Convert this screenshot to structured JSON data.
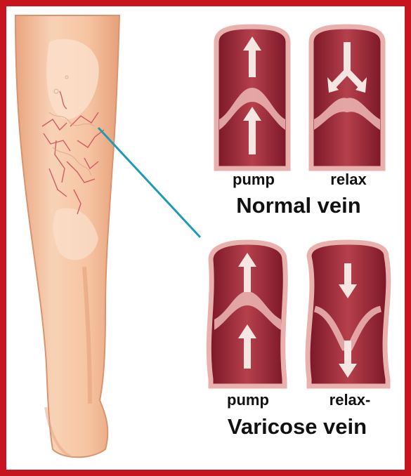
{
  "labels": {
    "normal_pump": "pump",
    "normal_relax": "relax",
    "normal_title": "Normal vein",
    "varicose_pump": "pump",
    "varicose_relax": "relax-",
    "varicose_title": "Varicose vein"
  },
  "colors": {
    "frame": "#c8141e",
    "skin": "#f6c7a6",
    "skin_shade": "#eaa67f",
    "vein_dark": "#8e1f2c",
    "vein_mid": "#b03a46",
    "vein_edge": "#e9b1ae",
    "pointer": "#1e9bb4"
  },
  "icons": [
    "leg-illustration",
    "spider-veins",
    "pointer-line",
    "up-arrow-icon",
    "down-arrow-icon",
    "split-arrow-icon",
    "valve-icon"
  ]
}
